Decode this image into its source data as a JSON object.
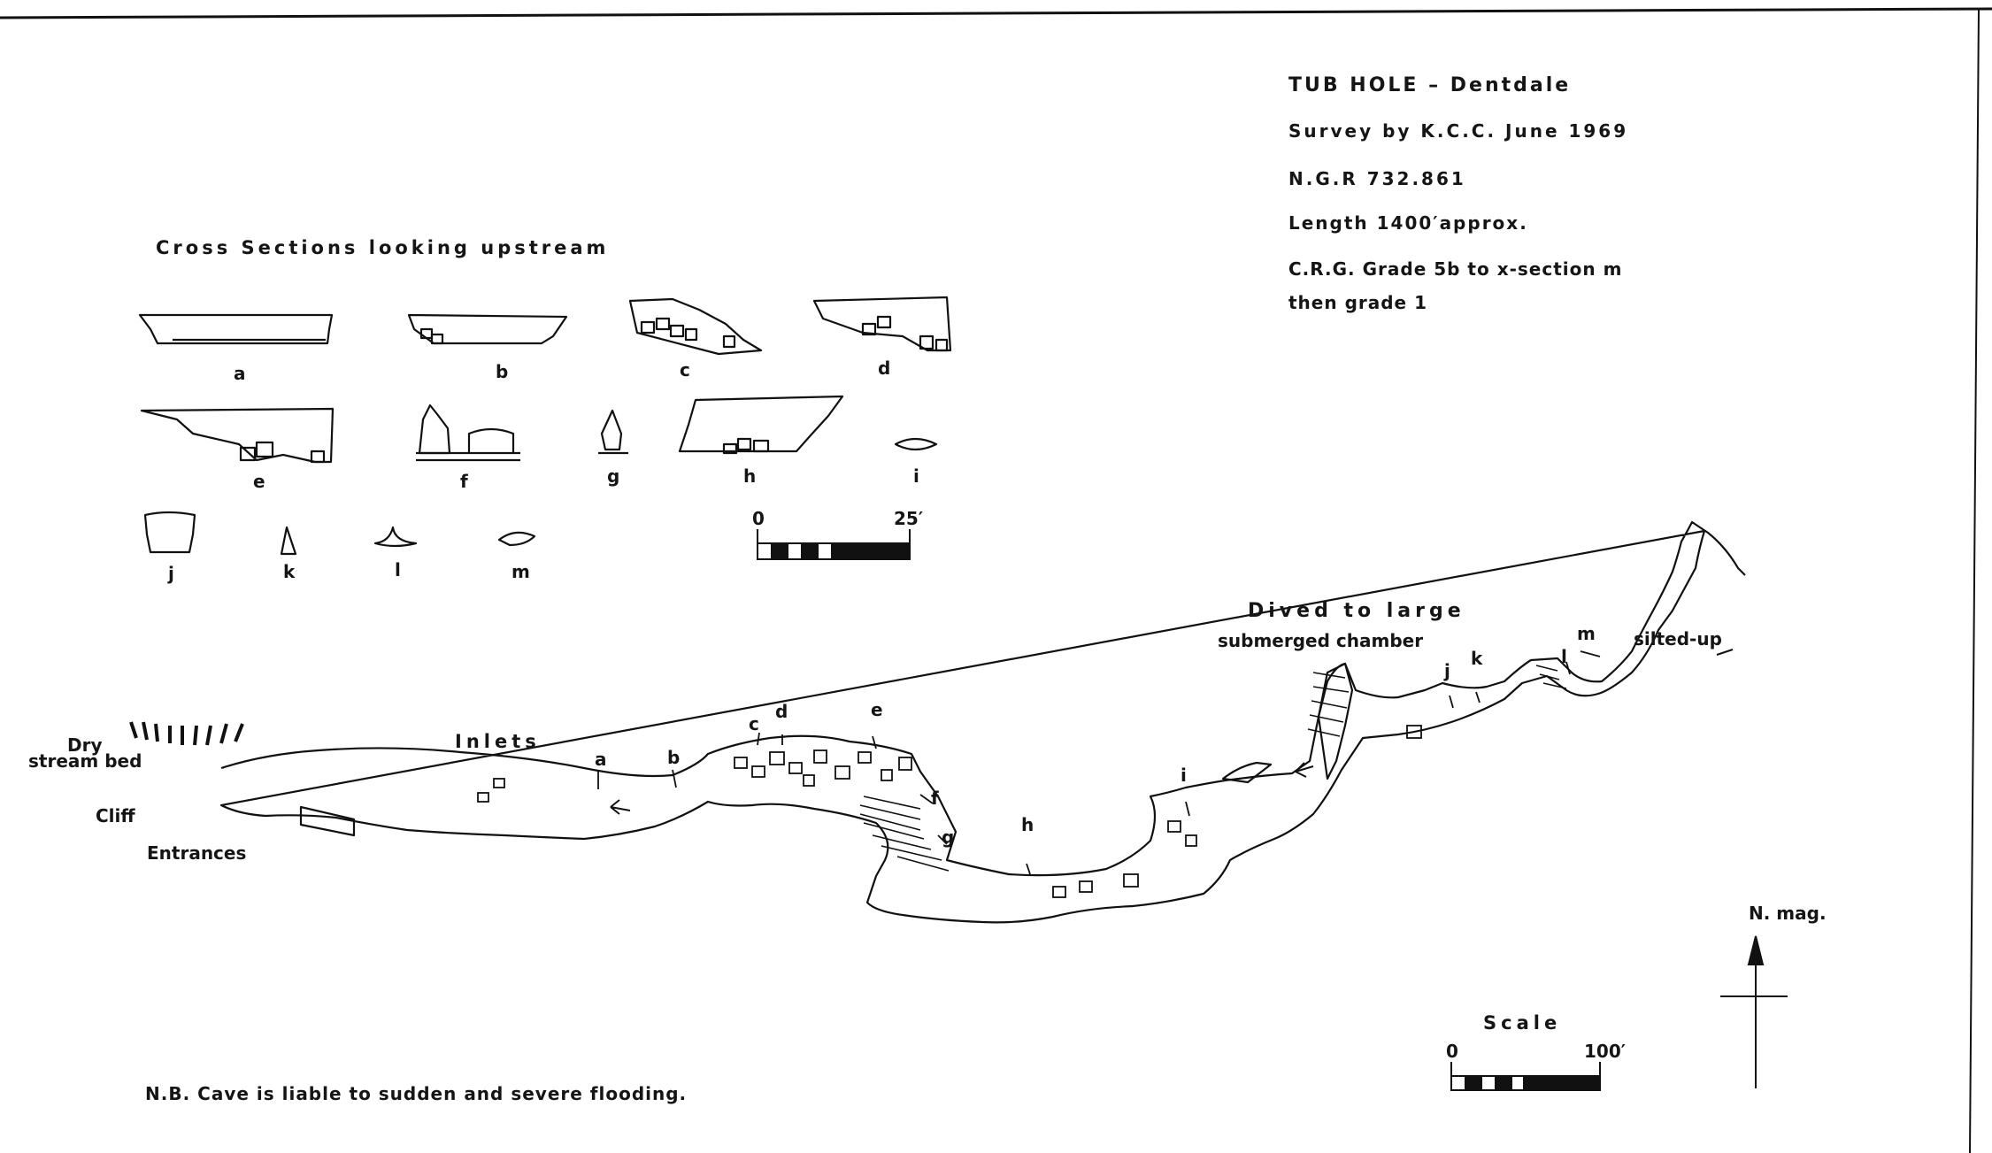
{
  "survey_info": {
    "title": "TUB HOLE  –  Dentdale",
    "survey_by": "Survey  by  K.C.C.  June 1969",
    "ngr": "N.G.R  732.861",
    "length": "Length  1400′approx.",
    "grade_line1": "C.R.G.  Grade 5b  to  x-section m",
    "grade_line2": "then  grade 1"
  },
  "cross_sections": {
    "heading": "Cross  Sections  looking  upstream",
    "labels": [
      "a",
      "b",
      "c",
      "d",
      "e",
      "f",
      "g",
      "h",
      "i",
      "j",
      "k",
      "l",
      "m"
    ]
  },
  "small_scale": {
    "zero": "0",
    "max": "25′"
  },
  "main_scale": {
    "title": "Scale",
    "zero": "0",
    "max": "100′"
  },
  "north": {
    "label": "N. mag."
  },
  "plan_labels": {
    "dry": "Dry",
    "stream_bed": "stream bed",
    "cliff": "Cliff",
    "entrances": "Entrances",
    "inlets": "Inlets",
    "dived_line1": "Dived  to  large",
    "dived_line2": "submerged chamber",
    "silted_up": "silted-up"
  },
  "plan_section_marks": [
    "a",
    "b",
    "c",
    "d",
    "e",
    "f",
    "g",
    "h",
    "i",
    "j",
    "k",
    "l",
    "m"
  ],
  "warning": "N.B. Cave  is  liable  to  sudden  and  severe  flooding."
}
